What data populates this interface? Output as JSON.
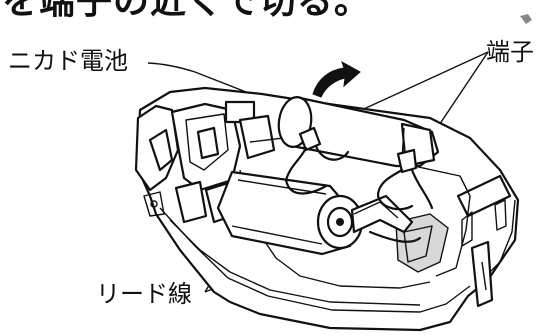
{
  "header": {
    "text": "を端子の近くで切る。"
  },
  "labels": {
    "battery": "ニカド電池",
    "terminal": "端子",
    "lead_wire": "リード線"
  },
  "icons": {
    "arrow": "curved-arrow-icon"
  }
}
